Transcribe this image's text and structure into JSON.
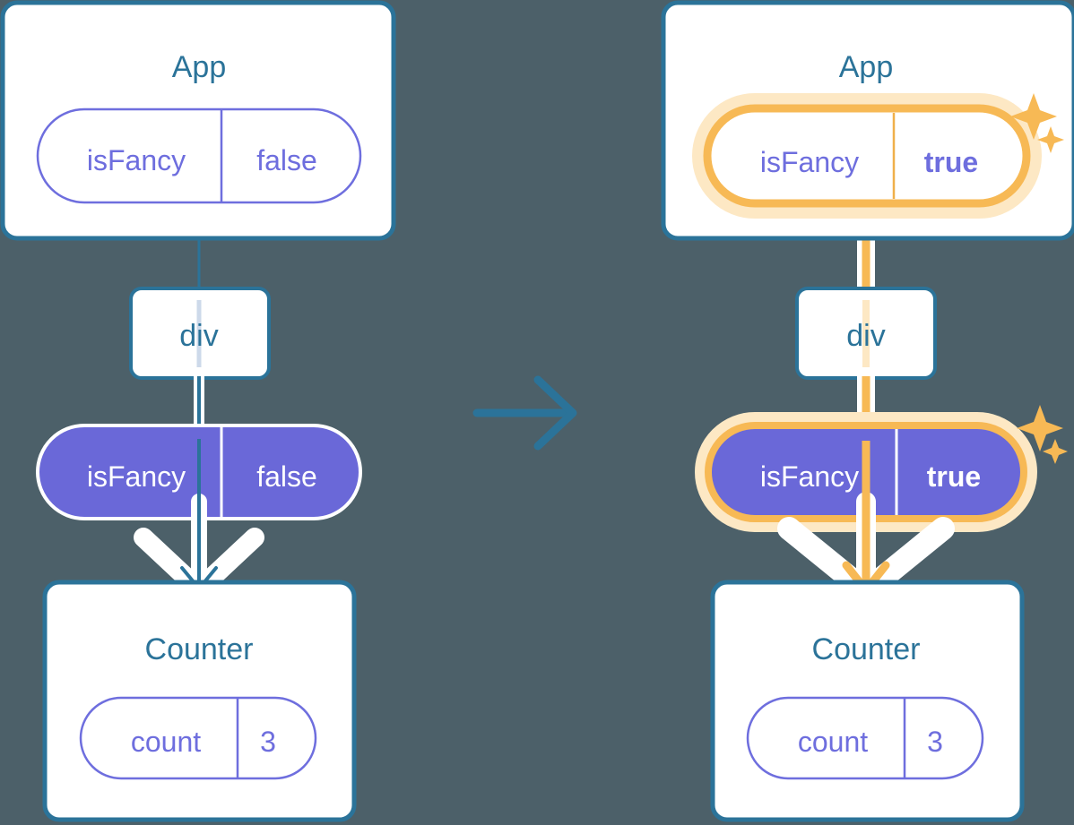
{
  "diagram": {
    "title": "React state update propagation diagram",
    "background_color": "#4c6069",
    "colors": {
      "box_border": "#2b7399",
      "box_fill": "#ffffff",
      "component_label": "#2b7399",
      "pill_stroke": "#6e6ede",
      "pill_text": "#6e6ede",
      "pill_active_fill": "#6a68d8",
      "pill_active_text": "#ffffff",
      "highlight": "#f5b councils",
      "highlight_orange": "#f7b955",
      "highlight_orange_soft": "#fbd99a",
      "highlight_orange_glow": "#fde8c4",
      "wire_blue": "#2b7399",
      "wire_blue_soft": "#cdd9ea",
      "arrow_outline": "#ffffff",
      "transition_arrow": "#2b7399"
    },
    "transition_arrow_icon": "arrow-right-icon"
  },
  "panels": [
    {
      "id": "before",
      "app": {
        "label": "App",
        "state_pill": {
          "name": "isFancy",
          "value": "false",
          "style": "outline",
          "highlighted": false,
          "value_bold": false
        }
      },
      "div": {
        "label": "div"
      },
      "prop_pill": {
        "name": "isFancy",
        "value": "false",
        "style": "filled",
        "highlighted": false,
        "value_bold": false
      },
      "counter": {
        "label": "Counter",
        "state_pill": {
          "name": "count",
          "value": "3",
          "style": "outline"
        }
      },
      "wire_color": "#2b7399",
      "sparkles": false
    },
    {
      "id": "after",
      "app": {
        "label": "App",
        "state_pill": {
          "name": "isFancy",
          "value": "true",
          "style": "outline",
          "highlighted": true,
          "value_bold": true
        }
      },
      "div": {
        "label": "div"
      },
      "prop_pill": {
        "name": "isFancy",
        "value": "true",
        "style": "filled",
        "highlighted": true,
        "value_bold": true
      },
      "counter": {
        "label": "Counter",
        "state_pill": {
          "name": "count",
          "value": "3",
          "style": "outline"
        }
      },
      "wire_color": "#f7b955",
      "sparkles": true
    }
  ]
}
